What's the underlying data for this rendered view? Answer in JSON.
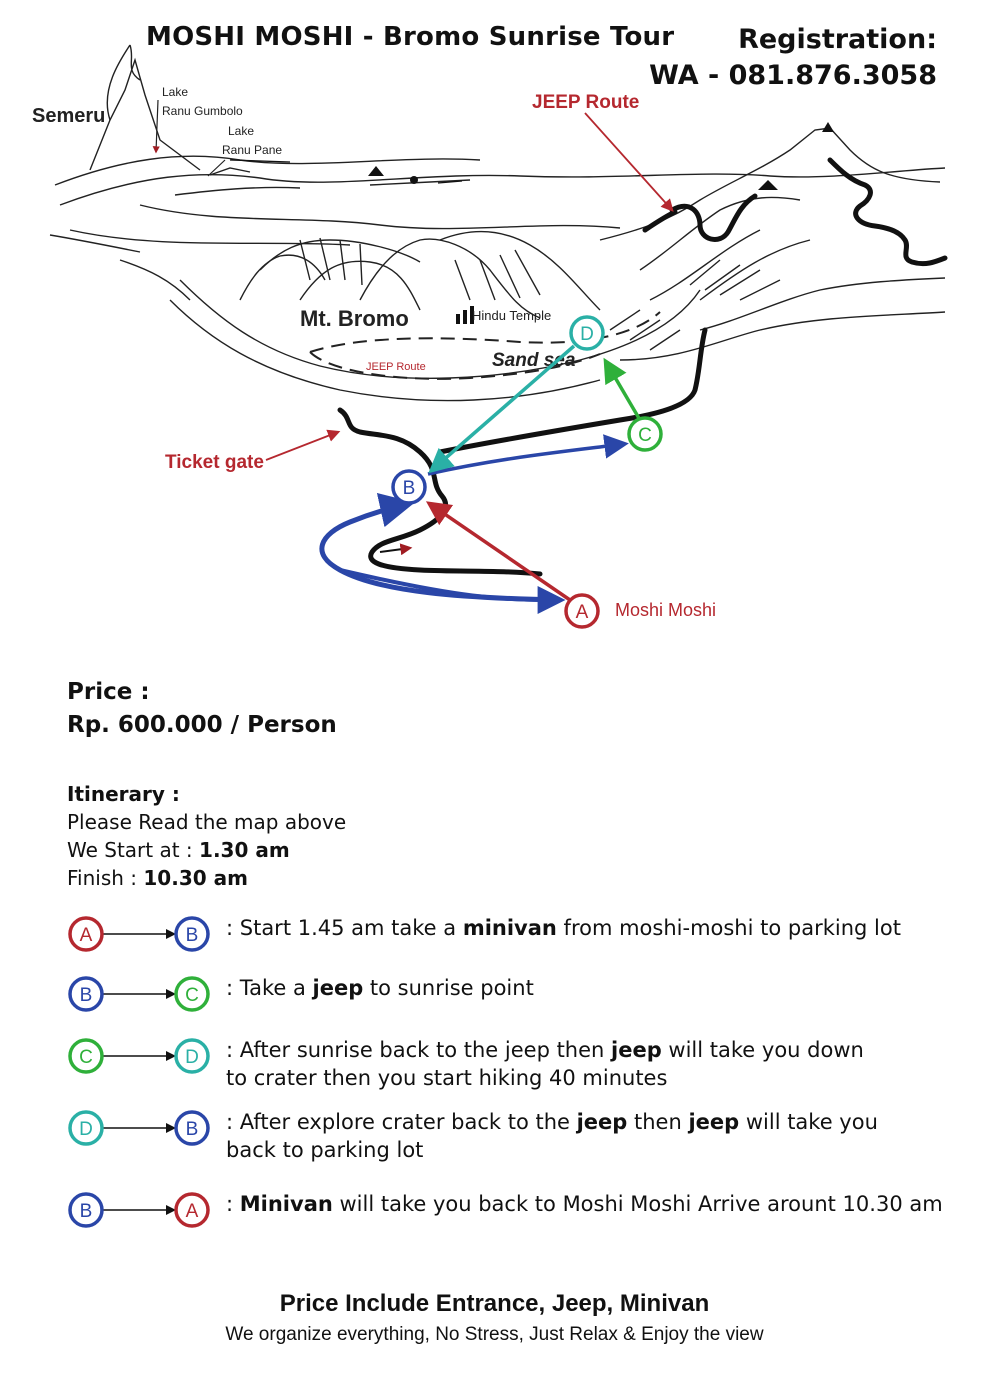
{
  "header": {
    "title": "MOSHI MOSHI - Bromo Sunrise Tour",
    "registration_label": "Registration:",
    "registration_contact": "WA - 081.876.3058"
  },
  "map": {
    "labels": {
      "semeru": "Semeru",
      "lake1": "Lake",
      "ranu_gumbolo": "Ranu Gumbolo",
      "lake2": "Lake",
      "ranu_pane": "Ranu Pane",
      "jeep_route_top": "JEEP Route",
      "mt_bromo": "Mt. Bromo",
      "hindu_temple": "Hindu Temple",
      "sand_sea": "Sand sea",
      "jeep_route_small": "JEEP Route",
      "ticket_gate": "Ticket gate",
      "moshi_moshi": "Moshi Moshi"
    },
    "points": {
      "A": {
        "letter": "A",
        "color": "#b5282f"
      },
      "B": {
        "letter": "B",
        "color": "#2a46a8"
      },
      "C": {
        "letter": "C",
        "color": "#2fb03a"
      },
      "D": {
        "letter": "D",
        "color": "#2ab0a6"
      }
    }
  },
  "price": {
    "label": "Price :",
    "value": "Rp. 600.000 / Person"
  },
  "itinerary": {
    "heading": "Itinerary :",
    "line1": "Please Read the map above",
    "start_label": "We Start at : ",
    "start_time": "1.30 am",
    "finish_label": "Finish : ",
    "finish_time": "10.30 am",
    "steps": [
      {
        "from": "A",
        "to": "B",
        "parts": [
          ": Start 1.45 am take a ",
          "minivan",
          " from moshi-moshi to parking lot"
        ]
      },
      {
        "from": "B",
        "to": "C",
        "parts": [
          ": Take a ",
          "jeep",
          " to sunrise point"
        ]
      },
      {
        "from": "C",
        "to": "D",
        "parts": [
          ": After sunrise back to the jeep then ",
          "jeep",
          " will take you down"
        ],
        "line2": "to crater then you start hiking 40 minutes"
      },
      {
        "from": "D",
        "to": "B",
        "parts": [
          ": After explore crater back to the ",
          "jeep",
          " then ",
          "jeep",
          " will take you"
        ],
        "line2": "back to parking lot"
      },
      {
        "from": "B",
        "to": "A",
        "parts": [
          ": ",
          "Minivan",
          " will take you back to Moshi Moshi Arrive arount 10.30 am"
        ]
      }
    ]
  },
  "footer": {
    "line1": "Price Include Entrance, Jeep, Minivan",
    "line2": "We organize everything, No Stress, Just Relax & Enjoy the view"
  }
}
